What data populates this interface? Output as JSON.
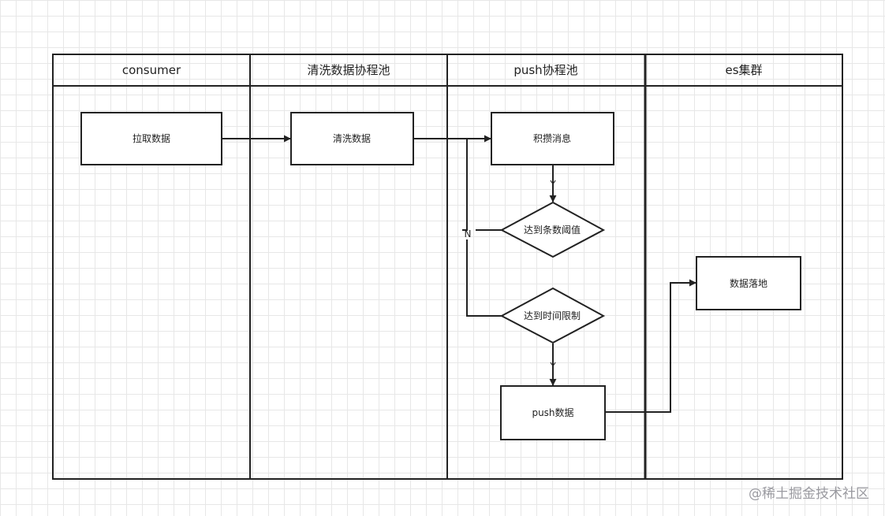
{
  "lanes": [
    {
      "title": "consumer"
    },
    {
      "title": "清洗数据协程池"
    },
    {
      "title": "push协程池"
    },
    {
      "title": "es集群"
    }
  ],
  "nodes": {
    "pull_data": {
      "label": "拉取数据",
      "shape": "rectangle"
    },
    "clean_data": {
      "label": "清洗数据",
      "shape": "rectangle"
    },
    "accumulate_messages": {
      "label": "积攒消息",
      "shape": "rectangle"
    },
    "count_threshold": {
      "label": "达到条数阈值",
      "shape": "diamond"
    },
    "time_limit": {
      "label": "达到时间限制",
      "shape": "diamond"
    },
    "push_data": {
      "label": "push数据",
      "shape": "rectangle"
    },
    "data_landing": {
      "label": "数据落地",
      "shape": "rectangle"
    }
  },
  "edges": [
    {
      "from": "pull_data",
      "to": "clean_data",
      "label": ""
    },
    {
      "from": "clean_data",
      "to": "accumulate_messages",
      "label": ""
    },
    {
      "from": "accumulate_messages",
      "to": "count_threshold",
      "label": "Y"
    },
    {
      "from": "count_threshold",
      "to": "accumulate_messages",
      "label": "N"
    },
    {
      "from": "time_limit",
      "to": "accumulate_messages",
      "label": ""
    },
    {
      "from": "time_limit",
      "to": "push_data",
      "label": "Y"
    },
    {
      "from": "push_data",
      "to": "data_landing",
      "label": ""
    }
  ],
  "watermark": "@稀土掘金技术社区",
  "colors": {
    "stroke": "#222222",
    "background": "#ffffff",
    "grid": "#e7e7e7",
    "watermark": "#9a9aa0"
  }
}
